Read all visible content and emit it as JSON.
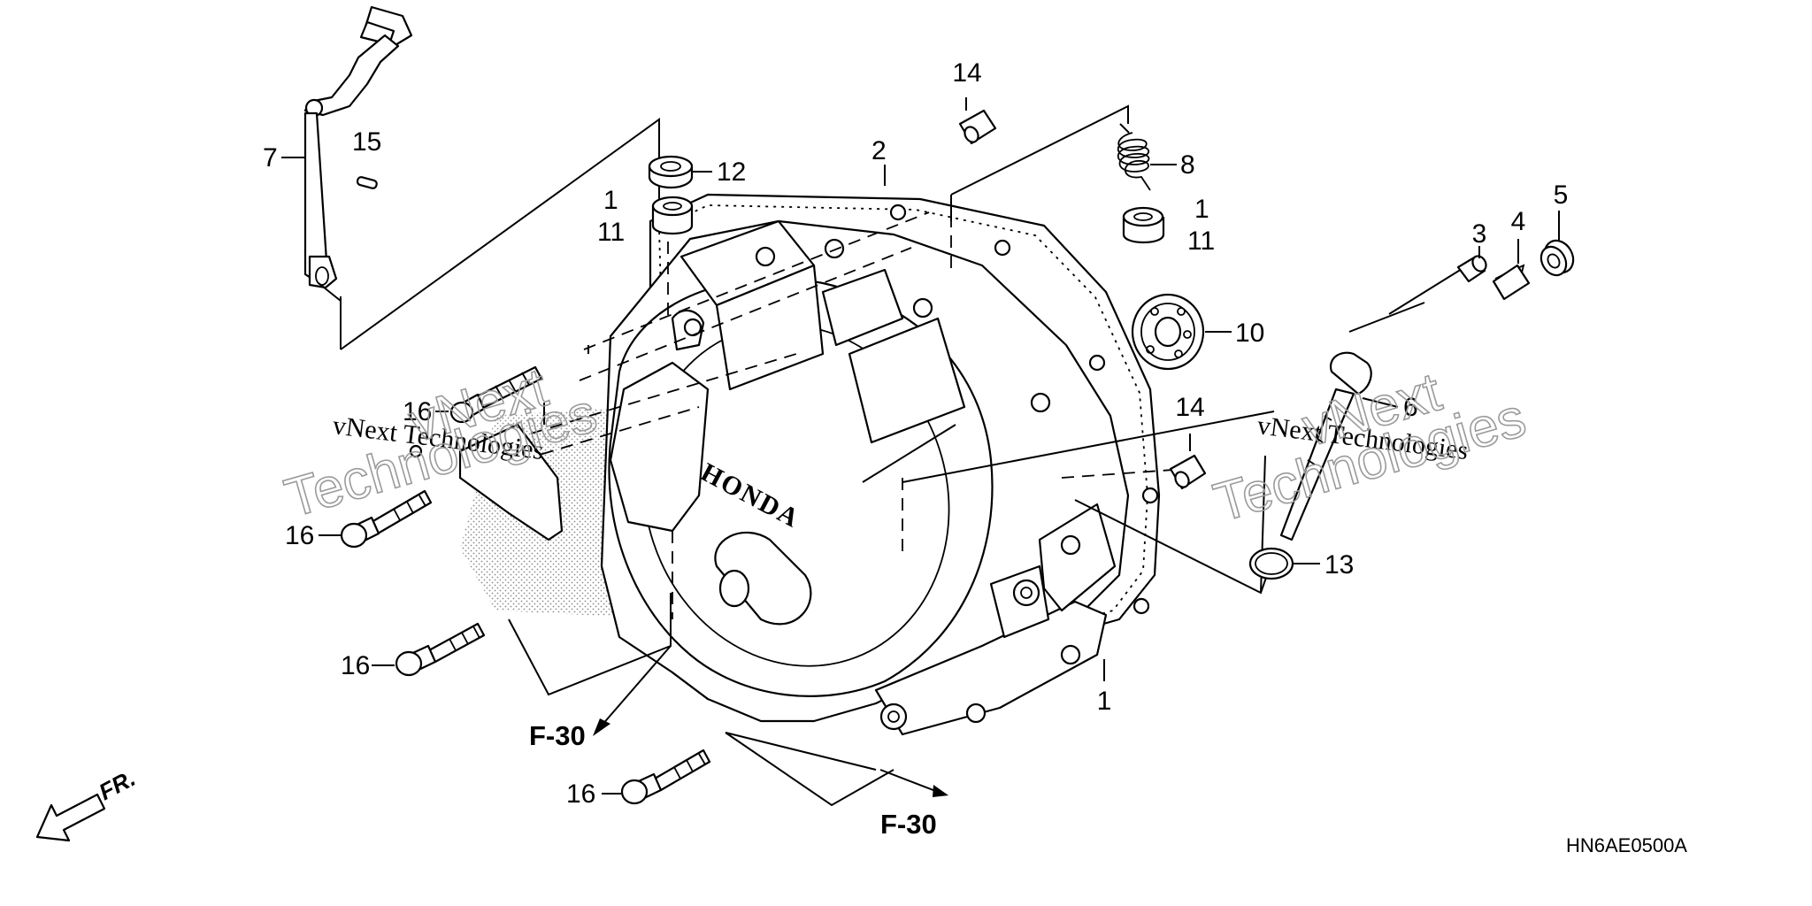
{
  "callouts": {
    "c1a": "1",
    "c1b": "1",
    "c1c": "1",
    "c2": "2",
    "c3": "3",
    "c4": "4",
    "c5": "5",
    "c6": "6",
    "c7": "7",
    "c8": "8",
    "c10": "10",
    "c11a": "11",
    "c11b": "11",
    "c12": "12",
    "c13": "13",
    "c14a": "14",
    "c14b": "14",
    "c15": "15",
    "c16a": "16",
    "c16b": "16",
    "c16c": "16",
    "c16d": "16"
  },
  "references": {
    "f30a": "F-30",
    "f30b": "F-30"
  },
  "direction_label": "FR.",
  "drawing_code": "HN6AE0500A",
  "cover_logo_text": "HONDA",
  "watermarks": {
    "small": "vNext Technologies",
    "big_line1": "vNext",
    "big_line2": "Technologies"
  },
  "colors": {
    "ink": "#000000",
    "background": "#ffffff",
    "watermark": "#9a9a9a"
  }
}
